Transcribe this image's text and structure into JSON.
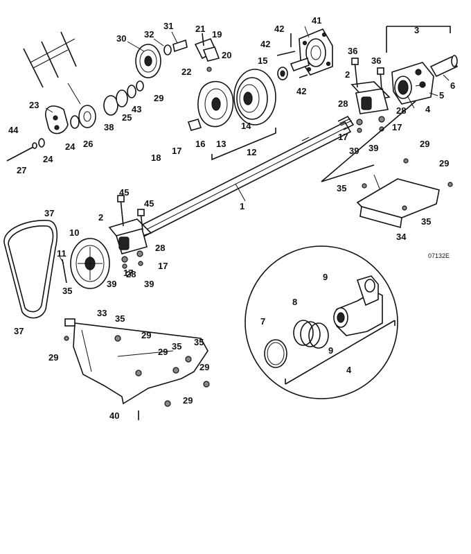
{
  "figure_code": "07132E",
  "callouts": [
    {
      "id": "c1",
      "text": "1"
    },
    {
      "id": "c2a",
      "text": "2"
    },
    {
      "id": "c2b",
      "text": "2"
    },
    {
      "id": "c3",
      "text": "3"
    },
    {
      "id": "c4a",
      "text": "4"
    },
    {
      "id": "c4b",
      "text": "4"
    },
    {
      "id": "c5",
      "text": "5"
    },
    {
      "id": "c6",
      "text": "6"
    },
    {
      "id": "c7",
      "text": "7"
    },
    {
      "id": "c8",
      "text": "8"
    },
    {
      "id": "c9a",
      "text": "9"
    },
    {
      "id": "c9b",
      "text": "9"
    },
    {
      "id": "c10",
      "text": "10"
    },
    {
      "id": "c11",
      "text": "11"
    },
    {
      "id": "c12",
      "text": "12"
    },
    {
      "id": "c13",
      "text": "13"
    },
    {
      "id": "c14",
      "text": "14"
    },
    {
      "id": "c15",
      "text": "15"
    },
    {
      "id": "c16",
      "text": "16"
    },
    {
      "id": "c17a",
      "text": "17"
    },
    {
      "id": "c17b",
      "text": "17"
    },
    {
      "id": "c17c",
      "text": "17"
    },
    {
      "id": "c17d",
      "text": "17"
    },
    {
      "id": "c17e",
      "text": "17"
    },
    {
      "id": "c18",
      "text": "18"
    },
    {
      "id": "c19",
      "text": "19"
    },
    {
      "id": "c20",
      "text": "20"
    },
    {
      "id": "c21",
      "text": "21"
    },
    {
      "id": "c22",
      "text": "22"
    },
    {
      "id": "c23",
      "text": "23"
    },
    {
      "id": "c24a",
      "text": "24"
    },
    {
      "id": "c24b",
      "text": "24"
    },
    {
      "id": "c25",
      "text": "25"
    },
    {
      "id": "c26",
      "text": "26"
    },
    {
      "id": "c27",
      "text": "27"
    },
    {
      "id": "c28a",
      "text": "28"
    },
    {
      "id": "c28b",
      "text": "28"
    },
    {
      "id": "c28c",
      "text": "28"
    },
    {
      "id": "c28d",
      "text": "28"
    },
    {
      "id": "c29a",
      "text": "29"
    },
    {
      "id": "c29b",
      "text": "29"
    },
    {
      "id": "c29c",
      "text": "29"
    },
    {
      "id": "c29d",
      "text": "29"
    },
    {
      "id": "c29e",
      "text": "29"
    },
    {
      "id": "c29f",
      "text": "29"
    },
    {
      "id": "c29g",
      "text": "29"
    },
    {
      "id": "c29h",
      "text": "29"
    },
    {
      "id": "c30",
      "text": "30"
    },
    {
      "id": "c31",
      "text": "31"
    },
    {
      "id": "c32",
      "text": "32"
    },
    {
      "id": "c33",
      "text": "33"
    },
    {
      "id": "c34",
      "text": "34"
    },
    {
      "id": "c35a",
      "text": "35"
    },
    {
      "id": "c35b",
      "text": "35"
    },
    {
      "id": "c35c",
      "text": "35"
    },
    {
      "id": "c35d",
      "text": "35"
    },
    {
      "id": "c35e",
      "text": "35"
    },
    {
      "id": "c35f",
      "text": "35"
    },
    {
      "id": "c36a",
      "text": "36"
    },
    {
      "id": "c36b",
      "text": "36"
    },
    {
      "id": "c37a",
      "text": "37"
    },
    {
      "id": "c37b",
      "text": "37"
    },
    {
      "id": "c38",
      "text": "38"
    },
    {
      "id": "c39a",
      "text": "39"
    },
    {
      "id": "c39b",
      "text": "39"
    },
    {
      "id": "c39c",
      "text": "39"
    },
    {
      "id": "c39d",
      "text": "39"
    },
    {
      "id": "c40",
      "text": "40"
    },
    {
      "id": "c41",
      "text": "41"
    },
    {
      "id": "c42a",
      "text": "42"
    },
    {
      "id": "c42b",
      "text": "42"
    },
    {
      "id": "c42c",
      "text": "42"
    },
    {
      "id": "c43",
      "text": "43"
    },
    {
      "id": "c44",
      "text": "44"
    },
    {
      "id": "c45a",
      "text": "45"
    },
    {
      "id": "c45b",
      "text": "45"
    }
  ]
}
